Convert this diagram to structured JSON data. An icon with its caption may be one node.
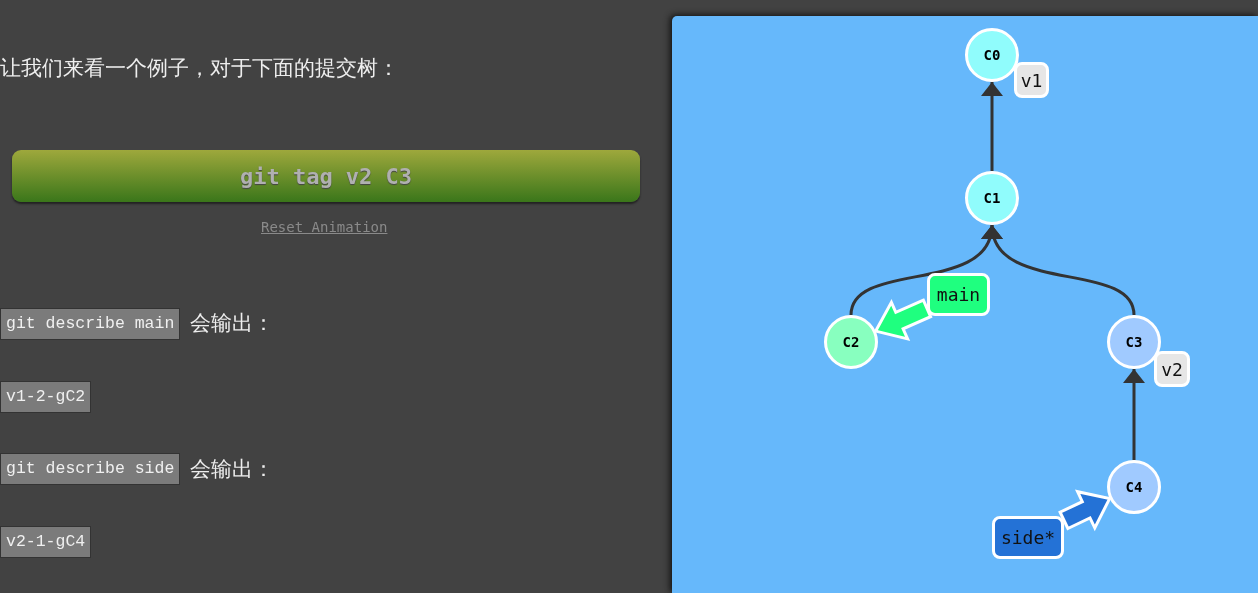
{
  "diagram": {
    "nodes": [
      {
        "text": [
          "C0"
        ]
      },
      {
        "text": [
          "v1"
        ]
      },
      {
        "text": [
          "C1"
        ]
      },
      {
        "text": [
          "main"
        ]
      },
      {
        "text": [
          "C2"
        ]
      },
      {
        "text": [
          "C3"
        ]
      },
      {
        "text": [
          "v2"
        ]
      },
      {
        "text": [
          "C4"
        ]
      },
      {
        "text": [
          "side*"
        ]
      }
    ],
    "edges": [
      {
        "from": 2,
        "to": 0,
        "arrow": "to"
      },
      {
        "from": 4,
        "to": 2,
        "arrow": "to"
      },
      {
        "from": 5,
        "to": 2,
        "arrow": "to"
      },
      {
        "from": 7,
        "to": 5,
        "arrow": "to"
      },
      {
        "from": 3,
        "to": 4,
        "arrow": "to",
        "style": "thick",
        "color": "#1fff7f"
      },
      {
        "from": 8,
        "to": 7,
        "arrow": "to",
        "style": "thick",
        "color": "#2472d6"
      }
    ],
    "labels": [
      "让我们来看一个例子，对于下面的提交树：",
      "git tag v2 C3",
      "Reset Animation",
      "git describe main",
      "会输出：",
      "v1-2-gC2",
      "git describe side",
      "会输出：",
      "v2-1-gC4"
    ]
  }
}
